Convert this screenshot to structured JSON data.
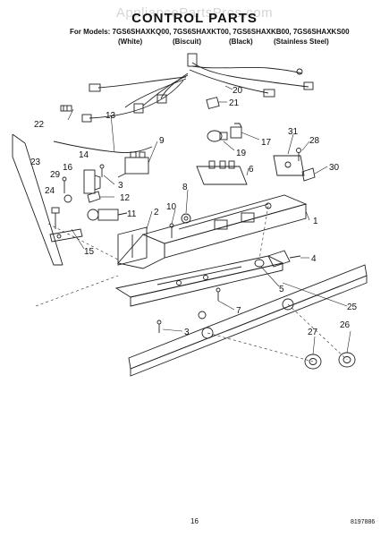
{
  "header": {
    "watermark": "AppliancePartsPros.com",
    "title": "CONTROL PARTS",
    "models_line": "For Models: 7GS6SHAXKQ00, 7GS6SHAXKT00, 7GS6SHAXKB00, 7GS6SHAXKS00",
    "variants": [
      "(White)",
      "(Biscuit)",
      "(Black)",
      "(Stainless Steel)"
    ]
  },
  "callouts": [
    "1",
    "2",
    "3",
    "3",
    "4",
    "5",
    "6",
    "7",
    "8",
    "9",
    "10",
    "11",
    "12",
    "13",
    "14",
    "15",
    "16",
    "17",
    "19",
    "20",
    "21",
    "22",
    "23",
    "24",
    "25",
    "26",
    "27",
    "28",
    "29",
    "30",
    "31"
  ],
  "footer": {
    "page_number": "16",
    "doc_code": "8197886"
  }
}
